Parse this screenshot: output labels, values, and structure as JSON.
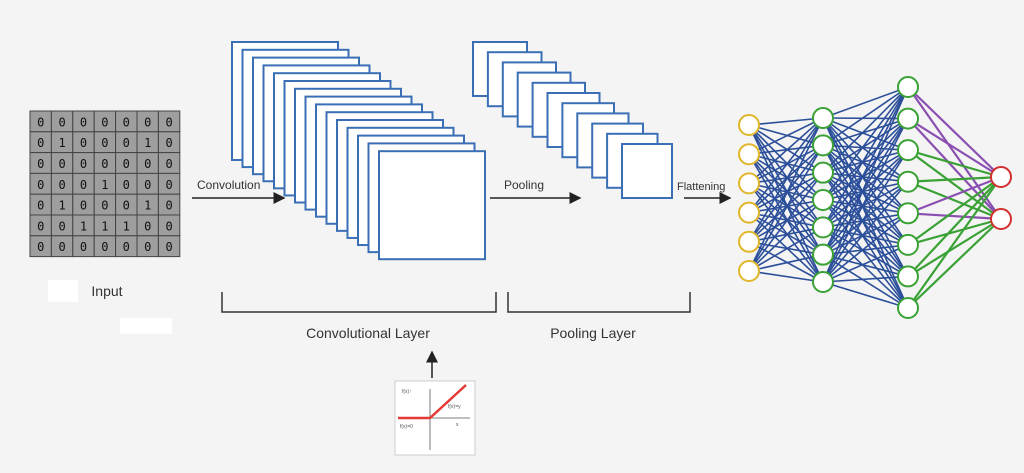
{
  "input": {
    "label": "Input",
    "matrix": [
      [
        0,
        0,
        0,
        0,
        0,
        0,
        0
      ],
      [
        0,
        1,
        0,
        0,
        0,
        1,
        0
      ],
      [
        0,
        0,
        0,
        0,
        0,
        0,
        0
      ],
      [
        0,
        0,
        0,
        1,
        0,
        0,
        0
      ],
      [
        0,
        1,
        0,
        0,
        0,
        1,
        0
      ],
      [
        0,
        0,
        1,
        1,
        1,
        0,
        0
      ],
      [
        0,
        0,
        0,
        0,
        0,
        0,
        0
      ]
    ]
  },
  "steps": {
    "convolution": "Convolution",
    "pooling": "Pooling",
    "flattening": "Flattening"
  },
  "layers": {
    "convolutional": "Convolutional Layer",
    "pooling": "Pooling Layer"
  },
  "relu": {
    "label_top": "f(x)↑",
    "label_right": "f(x)=y",
    "label_left": "f(x)=0",
    "label_axis": "x"
  },
  "network": {
    "layer_sizes": [
      6,
      7,
      8,
      2
    ]
  },
  "colors": {
    "feature_map_border": "#3a6fb5",
    "input_nodes": "#e0b62a",
    "hidden_nodes": "#3aa135",
    "output_nodes": "#d32f2f",
    "edges": "#2c4f9a",
    "relu_line": "#e53935",
    "output_edge_purple": "#8a4fb0",
    "output_edge_green": "#3aa135"
  }
}
